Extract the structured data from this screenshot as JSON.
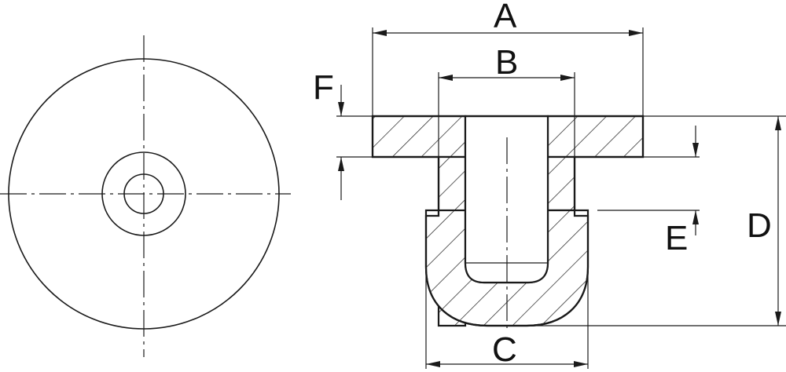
{
  "drawing": {
    "labels": {
      "a": "A",
      "b": "B",
      "c": "C",
      "d": "D",
      "e": "E",
      "f": "F"
    }
  }
}
